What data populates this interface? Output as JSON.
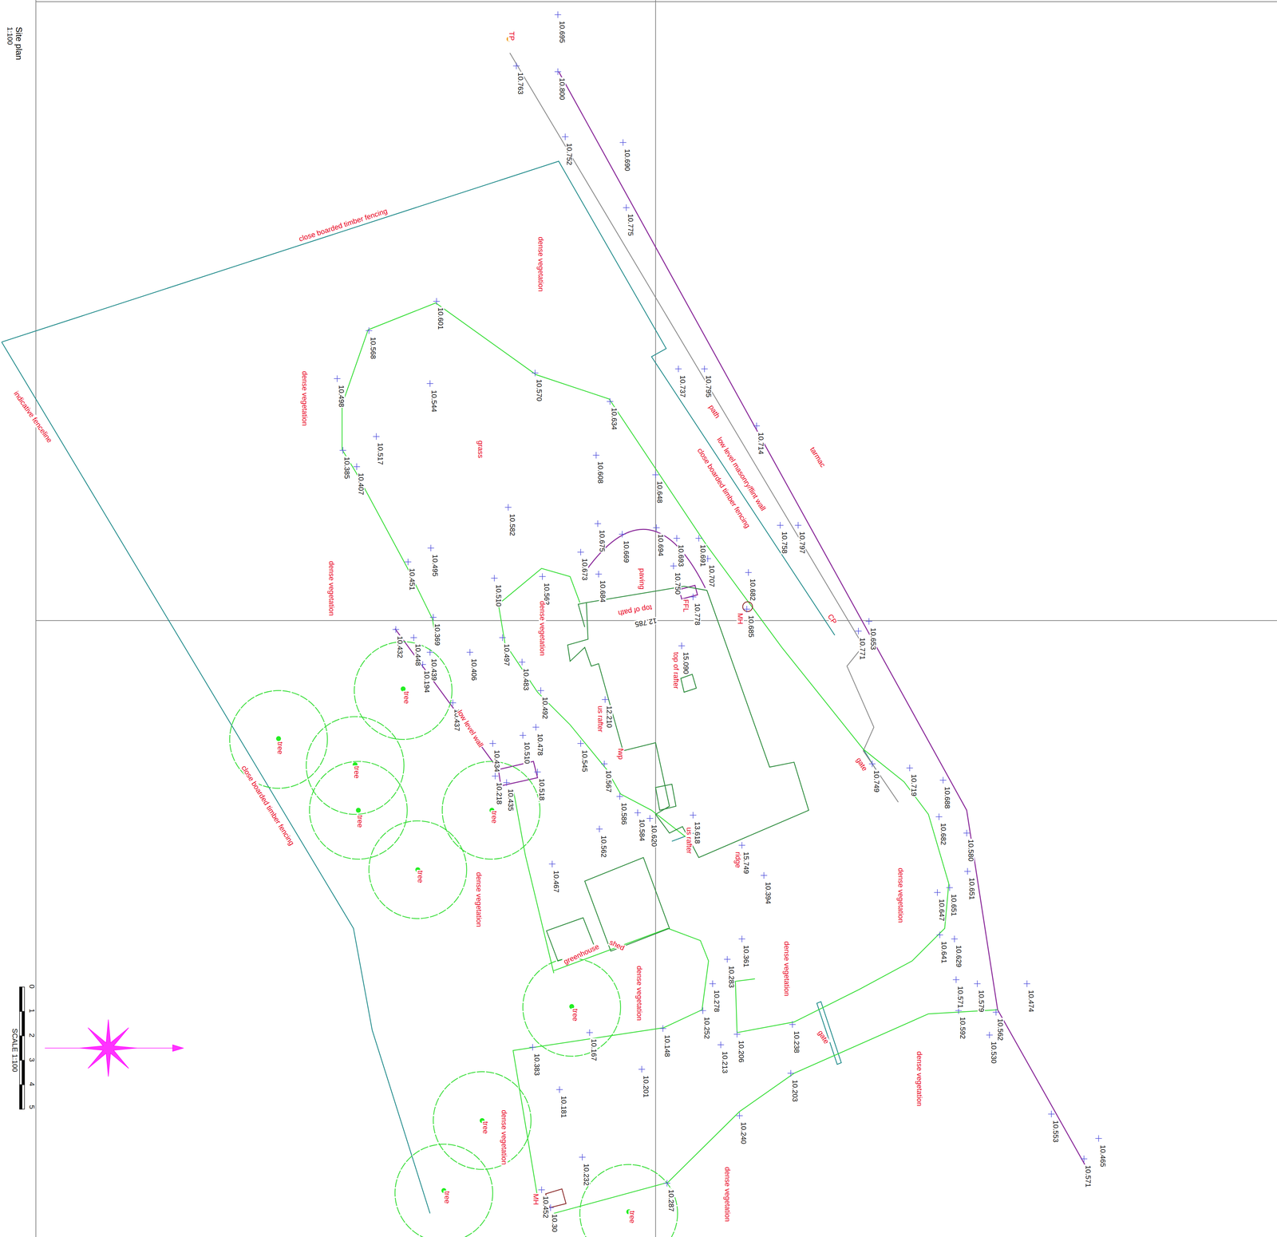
{
  "diagram": {
    "title": "Site plan",
    "labels": [
      "1:100",
      "TP",
      "10.695",
      "10.763",
      "10.800",
      "10.752",
      "10.690",
      "10.775",
      "close boarded timber fencing",
      "dense vegetation",
      "10.601",
      "10.568",
      "10.737",
      "10.795",
      "10.570",
      "dense vegetation",
      "10.498",
      "10.544",
      "indicative fenceline",
      "path",
      "10.634",
      "10.714",
      "low level masonry/flint wall",
      "grass",
      "10.517",
      "tarmac",
      "close boarded timber fencing",
      "10.385",
      "10.608",
      "10.407",
      "10.648",
      "10.582",
      "10.675",
      "10.758",
      "10.797",
      "10.694",
      "10.669",
      "10.693",
      "10.691",
      "10.495",
      "10.673",
      "dense vegetation",
      "10.707",
      "paving",
      "10.451",
      "10.750",
      "10.682",
      "10.684",
      "10.562",
      "10.510",
      "dense vegetation",
      "FFL",
      "10.778",
      "top of path",
      "12.785",
      "MH",
      "10.685",
      "CP",
      "10.653",
      "10.369",
      "10.432",
      "10.771",
      "10.448",
      "10.497",
      "15.090",
      "top of rafter",
      "10.439",
      "10.406",
      "10.483",
      "10.194",
      "tree",
      "10.492",
      "12.210",
      "us rafter",
      "10.437",
      "low level wall",
      "10.478",
      "tree",
      "10.510",
      "fwp",
      "10.434",
      "10.545",
      "gate",
      "close boarded timber fencing",
      "tree",
      "10.749",
      "10.719",
      "10.567",
      "10.518",
      "10.218",
      "10.688",
      "10.435",
      "10.586",
      "tree",
      "tree",
      "10.584",
      "13.618",
      "us rafter",
      "10.682",
      "10.620",
      "10.562",
      "10.580",
      "15.749",
      "ridge",
      "10.467",
      "tree",
      "dense vegetation",
      "dense vegetation",
      "10.651",
      "10.394",
      "10.651",
      "10.647",
      "greenhouse",
      "shed",
      "10.641",
      "10.629",
      "10.361",
      "dense vegetation",
      "10.283",
      "dense vegetation",
      "10.571",
      "10.579",
      "10.474",
      "10.278",
      "tree",
      "10.592",
      "10.562",
      "10.252",
      "gate",
      "10.238",
      "10.148",
      "10.167",
      "10.206",
      "10.530",
      "10.213",
      "dense vegetation",
      "10.383",
      "10.201",
      "10.203",
      "10.181",
      "dense vegetation",
      "10.553",
      "tree",
      "10.240",
      "10.465",
      "10.232",
      "dense vegetation",
      "10.571",
      "10.287",
      "tree",
      "MH",
      "10.452",
      "tree",
      "10.30",
      "0",
      "1",
      "2",
      "3",
      "4",
      "5",
      "SCALE 1:100"
    ]
  }
}
